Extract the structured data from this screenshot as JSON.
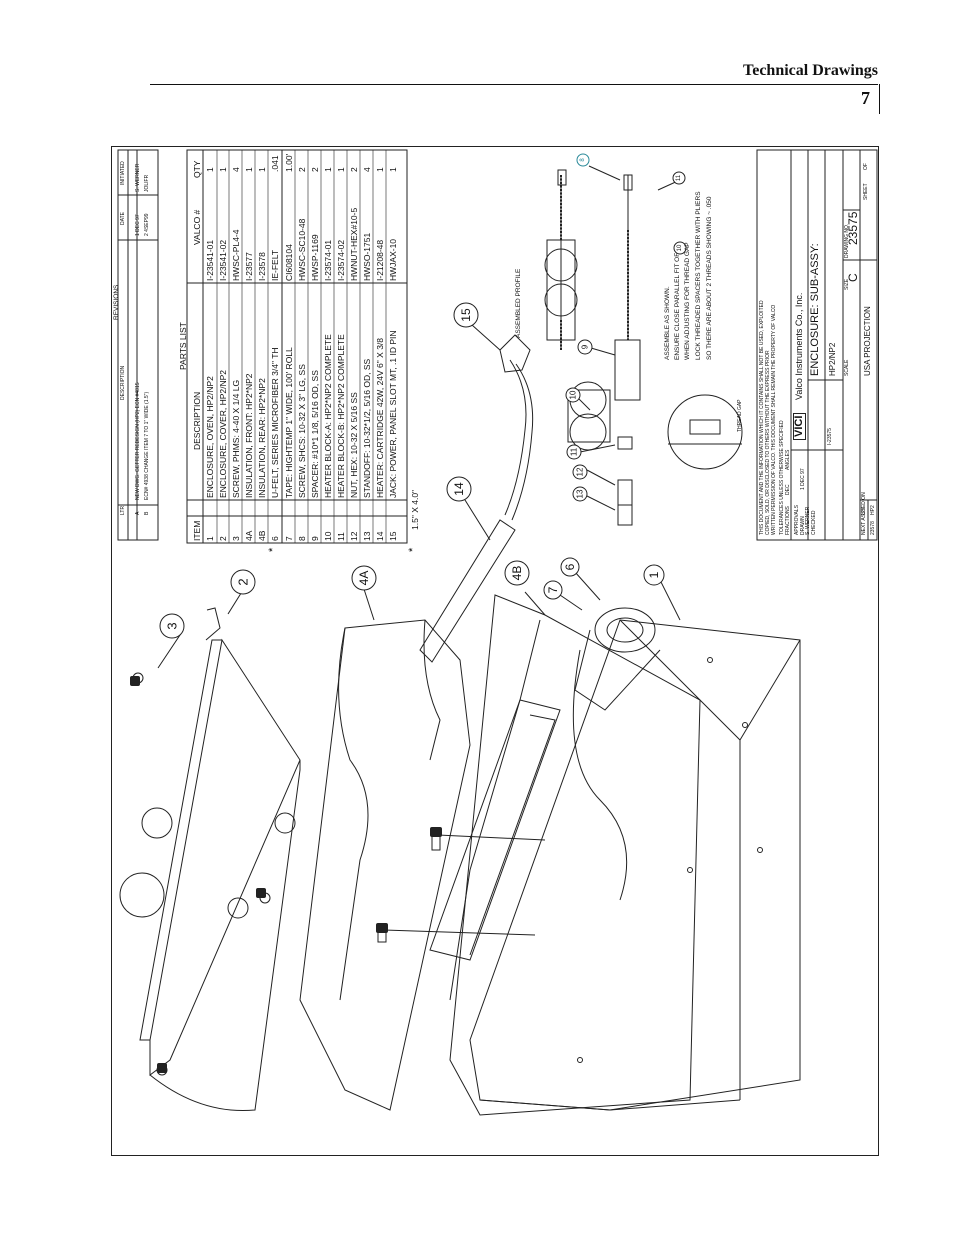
{
  "header": {
    "section_title": "Technical Drawings",
    "page_number": "7"
  },
  "revisions": {
    "title": "REVISIONS",
    "col_ltr": "LTR",
    "col_description": "DESCRIPTION",
    "col_date": "DATE",
    "col_initiated": "INITIATED",
    "rows": [
      {
        "ltr": "A",
        "description": "NEW DWG. GETTER REDESIGN (HP2) ECN #4815",
        "date": "1 DEC 97",
        "initiated": "S. WERNER"
      },
      {
        "ltr": "B",
        "description": "ECN# 4938 CHANGE ITEM 7 TO 1\" WIDE (1.5\")",
        "date": "2 4SEP99",
        "initiated": "JOLIFR"
      }
    ]
  },
  "parts_list": {
    "title": "PARTS LIST",
    "headers": {
      "item": "ITEM",
      "description": "DESCRIPTION",
      "valco": "VALCO #",
      "qty": "QTY"
    },
    "rows": [
      {
        "item": "1",
        "description": "ENCLOSURE, OVEN, HP2/NP2",
        "valco": "I-23541-01",
        "qty": "1"
      },
      {
        "item": "2",
        "description": "ENCLOSURE, COVER, HP2/NP2",
        "valco": "I-23541-02",
        "qty": "1"
      },
      {
        "item": "3",
        "description": "SCREW, PHMS: 4-40 X 1/4 LG",
        "valco": "HWSC-PL4-4",
        "qty": "4"
      },
      {
        "item": "4A",
        "description": "INSULATION, FRONT: HP2*NP2",
        "valco": "I-23577",
        "qty": "1"
      },
      {
        "item": "4B",
        "description": "INSULATION, REAR: HP2*NP2",
        "valco": "I-23578",
        "qty": "1"
      },
      {
        "item": "6",
        "description": "U-FELT, SERIES MICROFIBER 3/4\" TH",
        "valco": "IE-FELT",
        "qty": ".041"
      },
      {
        "item": "7",
        "description": "TAPE: HIGHTEMP 1\" WIDE, 100' ROLL",
        "valco": "CI608104",
        "qty": "1.00'"
      },
      {
        "item": "8",
        "description": "SCREW, SHCS: 10-32 X 3\" LG, SS",
        "valco": "HWSC-SC10-48",
        "qty": "2"
      },
      {
        "item": "9",
        "description": "SPACER: #10*1 1/8, 5/16 OD, SS",
        "valco": "HWSP-1169",
        "qty": "2"
      },
      {
        "item": "10",
        "description": "HEATER BLOCK-A: HP2*NP2 COMPLETE",
        "valco": "I-23574-01",
        "qty": "1"
      },
      {
        "item": "11",
        "description": "HEATER BLOCK-B: HP2*NP2 COMPLETE",
        "valco": "I-23574-02",
        "qty": "1"
      },
      {
        "item": "12",
        "description": "NUT, HEX: 10-32 X 5/16 SS",
        "valco": "HWNUT-HEX#10-5",
        "qty": "2"
      },
      {
        "item": "13",
        "description": "STANDOFF: 10-32*1/2, 5/16 OD, SS",
        "valco": "HWSO-1751",
        "qty": "4"
      },
      {
        "item": "14",
        "description": "HEATER: CARTRIDGE 42W, 24V 6\" X 3/8",
        "valco": "I-21208-48",
        "qty": "1"
      },
      {
        "item": "15",
        "description": "JACK: POWER, PANEL SLOT MT, .1 ID PIN",
        "valco": "HWJAX-10",
        "qty": "1"
      }
    ],
    "footnote_mark": "*",
    "footnote_text": "1.5\" X 4.0\""
  },
  "callouts": [
    "3",
    "2",
    "4A",
    "14",
    "15",
    "4B",
    "7",
    "6",
    "1",
    "13",
    "12",
    "11",
    "10",
    "9",
    "11",
    "10",
    "8"
  ],
  "assembled_profile_label": "ASSEMBLED PROFILE",
  "notes": [
    "ASSEMBLE AS SHOWN.",
    "ENSURE CLOSE PARALLEL FIT OF",
    "WHEN ADJUSTING FOR THREAD GAP",
    "LOCK THREADED SPACERS TOGETHER WITH PLIERS",
    "SO THERE ARE ABOUT 2 THREADS SHOWING ~ .050"
  ],
  "detail_label": "THREAD GAP",
  "title_block": {
    "proprietary": [
      "THIS DOCUMENT AND THE INFORMATION WHICH IT CONTAINS SHALL NOT BE USED, EXPLOITED",
      "COPIED, SOLD, OR DISCLOSED TO OTHERS WITHOUT THE EXPRESS PRIOR",
      "WRITTEN PERMISSION OF VALCO. THIS DOCUMENT SHALL REMAIN THE PROPERTY OF VALCO"
    ],
    "tolerances": "TOLERANCES UNLESS OTHERWISE SPECIFIED",
    "fractions": "FRACTIONS",
    "dec": "DEC",
    "angles": "ANGLES",
    "approvals": "APPROVALS",
    "drawn": "DRAWN",
    "drawn_by": "S. WERNER",
    "checked": "CHECKED",
    "date_drawn": "1 DEC 97",
    "company": "Valco Instruments Co., Inc.",
    "title": "ENCLOSURE: SUB-ASSY:",
    "subtitle": "HP2/NP2",
    "part_no": "I-23575",
    "size_label": "SIZE",
    "size": "C",
    "drawing_no_label": "DRAWING NO.",
    "drawing_no": "23575",
    "scale_label": "SCALE",
    "projection": "USA PROJECTION",
    "sheet": "SHEET",
    "of": "OF",
    "next_assy_label": "NEXT ASSY",
    "next_assy": "23578",
    "used_on_label": "USED ON",
    "used_on": "HP2"
  }
}
